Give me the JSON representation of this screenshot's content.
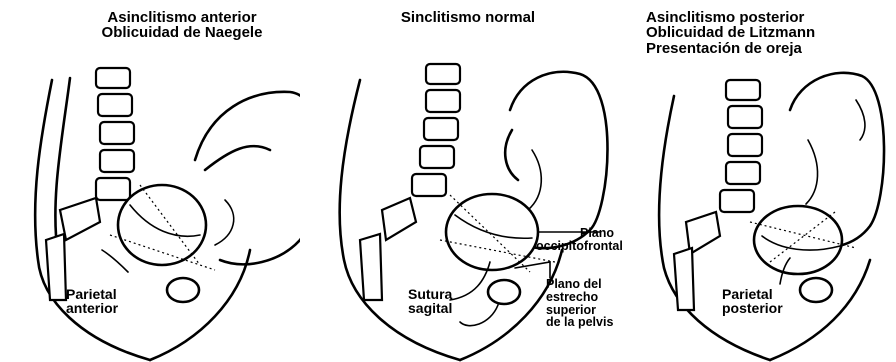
{
  "panels": [
    {
      "title_line1": "Asinclitismo anterior",
      "title_line2": "Oblicuidad de Naegele",
      "label_line1": "Parietal",
      "label_line2": "anterior"
    },
    {
      "title_line1": "Sinclitismo normal",
      "label_sutura_1": "Sutura",
      "label_sutura_2": "sagital",
      "label_plano_1": "Plano",
      "label_plano_2": "occipitofrontal",
      "label_estrecho_1": "Plano del",
      "label_estrecho_2": "estrecho",
      "label_estrecho_3": "superior",
      "label_estrecho_4": "de la pelvis"
    },
    {
      "title_line1": "Asinclitismo posterior",
      "title_line2": "Oblicuidad de Litzmann",
      "title_line3": "Presentación de oreja",
      "label_line1": "Parietal",
      "label_line2": "posterior"
    }
  ]
}
